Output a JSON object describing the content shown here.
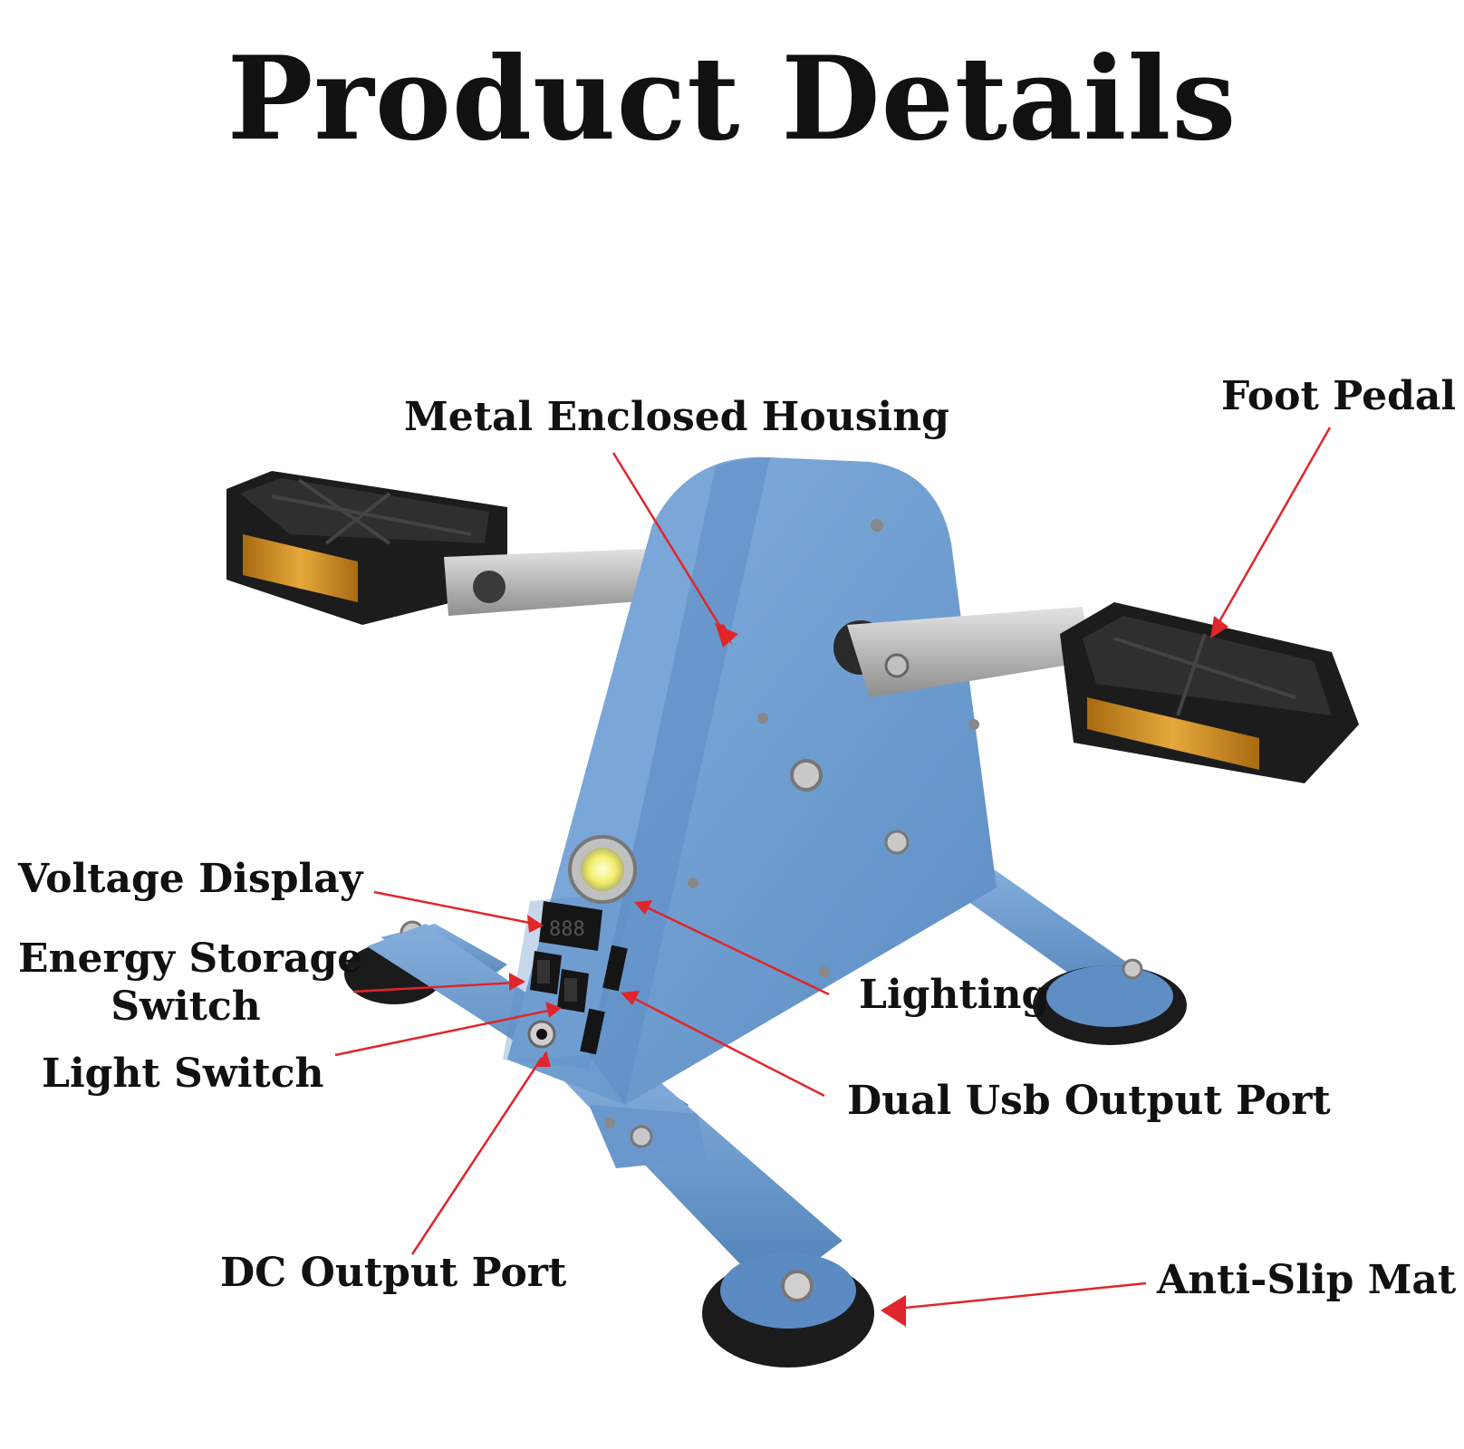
{
  "title": "Product Details",
  "labels": {
    "metal_enclosed_housing": "Metal Enclosed Housing",
    "foot_pedal": "Foot Pedal",
    "voltage_display": "Voltage Display",
    "energy_storage_switch_line1": "Energy Storage",
    "energy_storage_switch_line2": "Switch",
    "light_switch": "Light Switch",
    "lighting": "Lighting",
    "dual_usb_output_port": "Dual Usb Output Port",
    "dc_output_port": "DC Output Port",
    "anti_slip_mat": "Anti-Slip Mat"
  },
  "colors": {
    "frame_blue": "#6f9fd2",
    "frame_blue_dark": "#4c7fb5",
    "frame_blue_light": "#8fb7e2",
    "pedal_black": "#1e1e1e",
    "reflector_amber": "#d79a2a",
    "crank_silver": "#b8b8b8",
    "arrow_red": "#e0262b",
    "text": "#111111"
  },
  "icons": [
    "pedal-icon",
    "crank-arm-icon",
    "led-light-icon",
    "voltage-display-icon",
    "rocker-switch-icon",
    "usb-port-icon",
    "dc-port-icon",
    "suction-foot-icon"
  ]
}
